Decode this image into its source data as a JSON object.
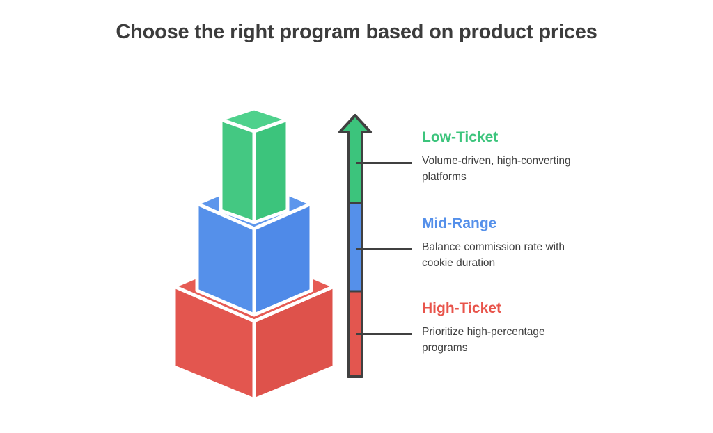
{
  "page": {
    "title": "Choose the right program based on product prices",
    "background_color": "#ffffff",
    "title_color": "#3c3c3c"
  },
  "colors": {
    "green": "#3cc47c",
    "green_face_left": "#44c882",
    "green_face_top": "#4ed18c",
    "green_face_right": "#3cc47c",
    "blue": "#5590ea",
    "blue_face_left": "#5590ea",
    "blue_face_top": "#5d96ec",
    "blue_face_right": "#4f8ae8",
    "red": "#e3564f",
    "red_face_left": "#e3564f",
    "red_face_top": "#e65b54",
    "red_face_right": "#de524b",
    "edge": "#ffffff",
    "outline": "#404040",
    "body_text": "#3f3f3f"
  },
  "legend": {
    "items": [
      {
        "key": "low",
        "title": "Low-Ticket",
        "description": "Volume-driven, high-converting platforms",
        "color": "#3cc47c"
      },
      {
        "key": "mid",
        "title": "Mid-Range",
        "description": "Balance commission rate with cookie duration",
        "color": "#5590ea"
      },
      {
        "key": "high",
        "title": "High-Ticket",
        "description": "Prioritize high-percentage programs",
        "color": "#e8544b"
      }
    ]
  },
  "arrow_scale": {
    "direction": "up",
    "segments": [
      {
        "key": "low",
        "color": "#3cc47c",
        "label": "Low-Ticket"
      },
      {
        "key": "mid",
        "color": "#5590ea",
        "label": "Mid-Range"
      },
      {
        "key": "high",
        "color": "#e3564f",
        "label": "High-Ticket"
      }
    ]
  },
  "stack": {
    "blocks": [
      {
        "key": "low",
        "color": "#3cc47c",
        "label": "Low-Ticket",
        "size": "small"
      },
      {
        "key": "mid",
        "color": "#5590ea",
        "label": "Mid-Range",
        "size": "medium"
      },
      {
        "key": "high",
        "color": "#e3564f",
        "label": "High-Ticket",
        "size": "large"
      }
    ]
  }
}
